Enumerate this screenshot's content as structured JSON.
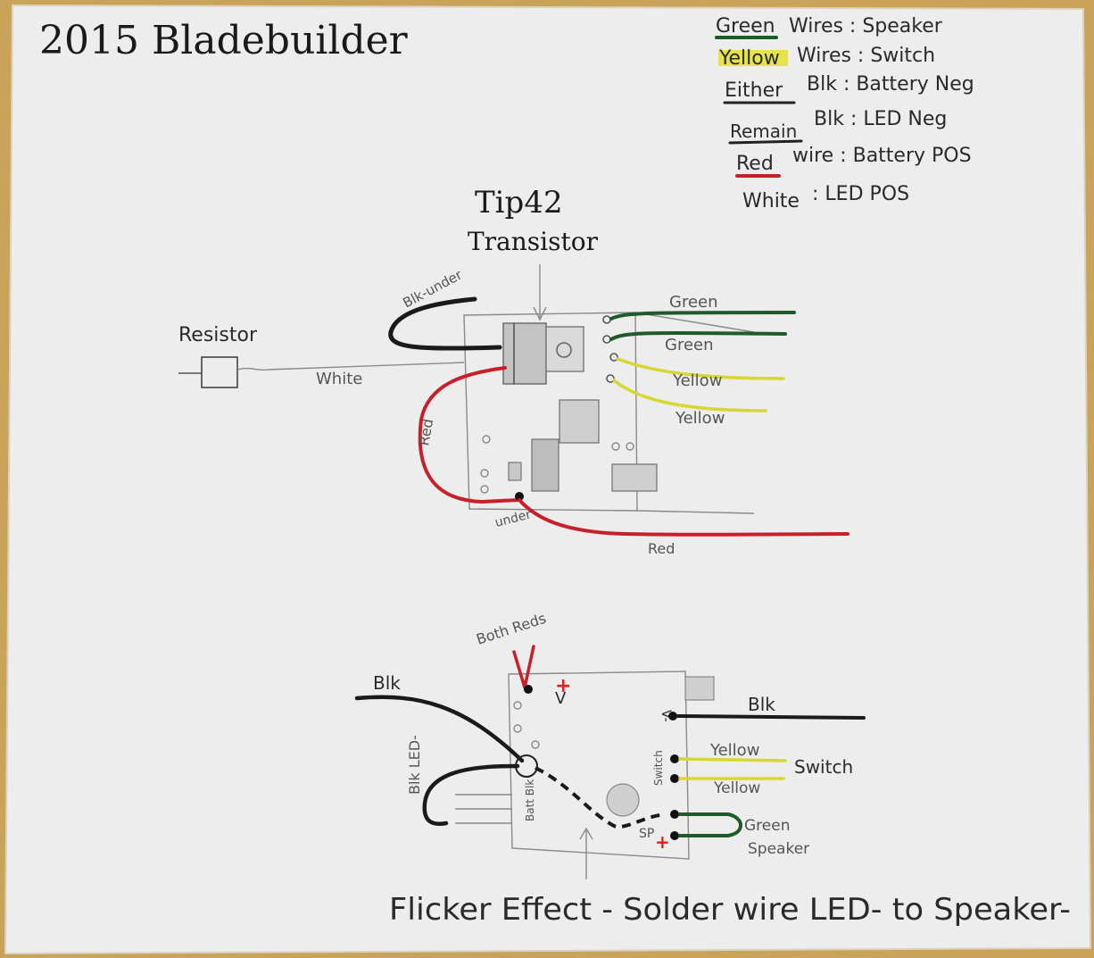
{
  "title": "2015 Bladebuilder",
  "legend": [
    {
      "key": "Green",
      "label": "Wires : Speaker",
      "color": "#1f5a2a"
    },
    {
      "key": "Yellow",
      "label": "Wires : Switch",
      "color": "#d8d630"
    },
    {
      "key": "Either",
      "label": "Blk : Battery Neg",
      "color": "#222222"
    },
    {
      "key": "Remain",
      "label": "Blk : LED Neg",
      "color": "#222222"
    },
    {
      "key": "Red",
      "label": "wire : Battery POS",
      "color": "#c8202a"
    },
    {
      "key": "White",
      "label": ": LED POS",
      "color": ""
    }
  ],
  "top_diagram": {
    "transistor_label_1": "Tip42",
    "transistor_label_2": "Transistor",
    "resistor_label": "Resistor",
    "white_label": "White",
    "blk_under_label": "Blk-under",
    "red_left_label": "Red",
    "under_label": "under",
    "red_bottom_label": "Red",
    "green_1_label": "Green",
    "green_2_label": "Green",
    "yellow_1_label": "Yellow",
    "yellow_2_label": "Yellow"
  },
  "bottom_diagram": {
    "both_reds_label": "Both Reds",
    "plus_top": "+",
    "v_label": "V",
    "blk_left_label": "Blk",
    "blk_led_label": "Blk LED-",
    "batt_blk_label": "Batt Blk",
    "v_minus_label": "V-",
    "blk_right_label": "Blk",
    "switch_vertical_label": "Switch",
    "yellow_1_label": "Yellow",
    "yellow_2_label": "Yellow",
    "switch_label": "Switch",
    "sp_label": "SP",
    "plus_bottom": "+",
    "green_label": "Green",
    "speaker_label": "Speaker"
  },
  "footer_note": "Flicker Effect - Solder wire LED- to Speaker-",
  "colors": {
    "green": "#1f5a2a",
    "yellow": "#d8d630",
    "black": "#1a1a1a",
    "red": "#c8202a",
    "paper": "#ececec",
    "background": "#c9a35a"
  }
}
